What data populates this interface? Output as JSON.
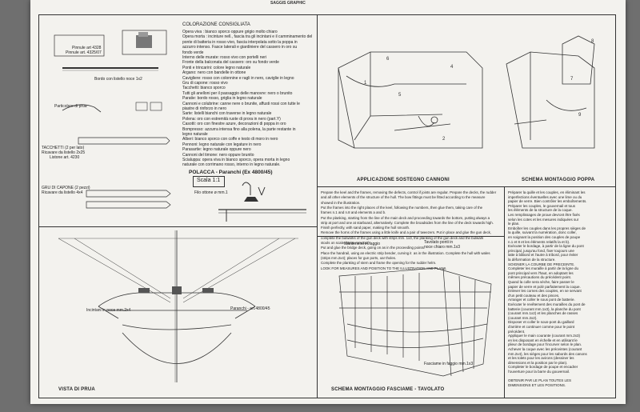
{
  "header": {
    "strip": "SAGGIS GRAPHIC"
  },
  "panel_top_left": {
    "label_rack": "Pinnule art 4328",
    "label_rack_code": "Pinnule art. 4325/07",
    "label_border": "Bordo con listello noce 1x2",
    "label_detail": "Particolare di prua",
    "label_tacchetti": "TACCHETTI (2 per lato)",
    "label_tacchetti_sub": "Ricavare da listello 2x25",
    "label_tacchetti_code": "Listone art. 4230",
    "label_grui": "GRU DI CAPONE (2 pezzi)",
    "label_grui_sub": "Ricavare da listello 4x4"
  },
  "colours": {
    "title": "COLORAZIONE CONSIGLIATA",
    "lines": [
      "Opera viva : bianco sporco oppure grigio molto chiaro",
      "Opera morta : incinture nell., fascia tra gli incintani e il camminamento del",
      "ponte di batteria in rosso vivo, fascia interpolata sotto la poppa in",
      "azzurro intenso. Fasce laterali e giardiniere del cassero in oro su",
      "fondo verde",
      "Interno delle murate: rosso vivo con portelli neri",
      "Fronte della balconata del cassero: oro su fondo verde",
      "Ponti e trincarini: colore legno naturale",
      "Argano: nero con bandelle in ottone",
      "Cavigliere: rosso con colonnine e ragli in nero, caviglie in legno",
      "Gru di capone: rosso vivo",
      "Tacchetti: bianco sporco",
      "Tutti gli anelloni per il passaggio delle manovre: nero o brunito",
      "Paratie: bordo rosso, griglia in legno naturale",
      "Cannoni e colubrine: canne nere o brunite, affusti rossi con tutte le",
      "piastre di rinforzo in nero",
      "Sarte: listelli bianchi con traverse in legno naturale",
      "Polena: oro con estremità ruote di prora in nero (part.Y)",
      "Casotti: oro con finestre azure, decorazioni di poppa in oro",
      "Bompresso: azzurra intensa fino alla polena, la parte restante in",
      "legno naturale",
      "Alberi: bianco sporco con coffe e testo di moro in nero",
      "Pennoni: legno naturale con legature in nero",
      "Parasartie: legno naturale oppure nero",
      "Cannoni del timone: nero oppure brunito",
      "Scialuppa: opera viva in bianco sporco, opera morta in legno",
      "naturale con corrimano rosso, interno in legno naturale."
    ],
    "polacca": "POLACCA - Paranchi (Ex 4800/45)",
    "scale": "Scala 1:1",
    "wire": "Filo ottone ø mm.1"
  },
  "panel_top_right": {
    "caption_left": "APPLICAZIONE SOSTEGNO CANNONI",
    "caption_right": "SCHEMA MONTAGGIO POPPA",
    "nums": [
      "6",
      "4",
      "5",
      "1",
      "2",
      "7",
      "8",
      "9"
    ]
  },
  "panel_bottom_left": {
    "label_inc": "Incintani in noce mm.2x4",
    "label_paranchi": "Paranchi - art.4800/45",
    "caption": "VISTA DI PRUA"
  },
  "english": {
    "lines": [
      "Prepare the keel and the frames, removing the defects, control if joints are regular. Prepare the decks, the rudder",
      "and all other elements of the structure of the hull. The bow fittings must be fitted according to the measure",
      "showed in the illustration.",
      "Put the frames into the right places of the keel, following the numbers, then glue them, taking care of the",
      "frames n.1 and n.8 and elements a and b.",
      "Put the planking, starting from the line of the main deck and proceeding towards the bottom, putting always a",
      "strip at port and one at starboard, alternatively. Complete the broadsides from the line of the deck towards high.",
      "Finish perfectly, with sand paper, making the hull smooth.",
      "Remove the horns of the frames using a little knife and a pair of tweezers. Put in place and glue the gun deck,",
      "complete the bulwarks of the gun deck with strips mm. 1x3, the planking of the gun deck and the bulwark",
      "stools on scale (strips mm.2x2).",
      "Put and glue the bridge deck, going on as in the proceeding points.",
      "Place the handrail, using an electric strip bender, curving it  as in the illustration. Complete the hull with wales",
      "(strips mm.2x4); places for gun ports, oar tholes.",
      "Complete the planking of stern and frame the opening for the rudder helm.",
      "LOOK FOR MEASURES AND POSITION TO THE ILLUSTRATION AND PLANS."
    ]
  },
  "panel_bottom_mid": {
    "label_mant": "Mantenenti in faggio",
    "label_tav": "Tavolato ponti in",
    "label_tav2": "noce chiaro mm.1x3",
    "label_fasc": "Fasciame in faggio mm.1x3",
    "caption": "SCHEMA MONTAGGIO FASCIAME - TAVOLATO"
  },
  "french": {
    "lines": [
      "Préparer la quille et les couples, en éliminant les",
      "imperfections éventuelles avec une lime ou du",
      "papier de verre. Bien contrôler les emboîtements.",
      "Préparer les couples, le gouvernail et tous",
      "les éléments de la structure de la coque.",
      "Les remplissages de proue devront être fixés",
      "selon les cotes et les mesures indiquées sur",
      "le plan.",
      "Emboîter les couples dans les propres sièges de",
      "la quille, suivant la numération, donc coller,",
      "en soignant la position des couples de poupe",
      "n.1 et 8 et les éléments relatifs la et b).",
      "Exécuter le bordage, à partir de la ligne du pont",
      "principal, jusqu'au fond, fixer toujours une",
      "latte à bâbord et l'autre à tribord, pour éviter",
      "la déformation de la structure.",
      "SOIGNER LA COURBE DE PRECEINTE.",
      "Completer les muraille à partir de la ligne du",
      "pont principal vers l'haut, en adoptant les",
      "mêmes précautions du précédent point.",
      "Quand la colle sera sèche, faire passer le",
      "papier de verre et polir parfaitement la coque.",
      "Enlever les cornes des couples, en se servant",
      "d'un petit couteau et des pinces.",
      "Arranger et coller le sous pont de batterie.",
      "Exécuter le revêtement des murailles du pont de",
      "batterie (courant mm.1x3), la planche du pont",
      "(courant mm.1x2) et les planches de rasses",
      "(courant mm.2x2).",
      "Disposer et coller le sous-pont du gaillard",
      "d'arrière et continuer comme pour le point",
      "précédent.",
      "Appliquer le main courante (courant mm.2x3)",
      "en les disposant en échelle et en utilisant le",
      "plieur de bordage pour l'incurver selon le plan.",
      "Achever la coque avec les préceintes (courant",
      "mm.2x4), les sièges pour les sabords des canons",
      "et les tolets pour les avirons (dessiner les",
      "dimensions et la position par le plan).",
      "Completer le bordage de poupe et encadrer",
      "l'ouverture pour la barre du gouvernail.",
      "",
      "OBTENIR PAR LE PLAN TOUTES LES",
      "DIMENSIONS ET LES POSITIONS."
    ]
  }
}
